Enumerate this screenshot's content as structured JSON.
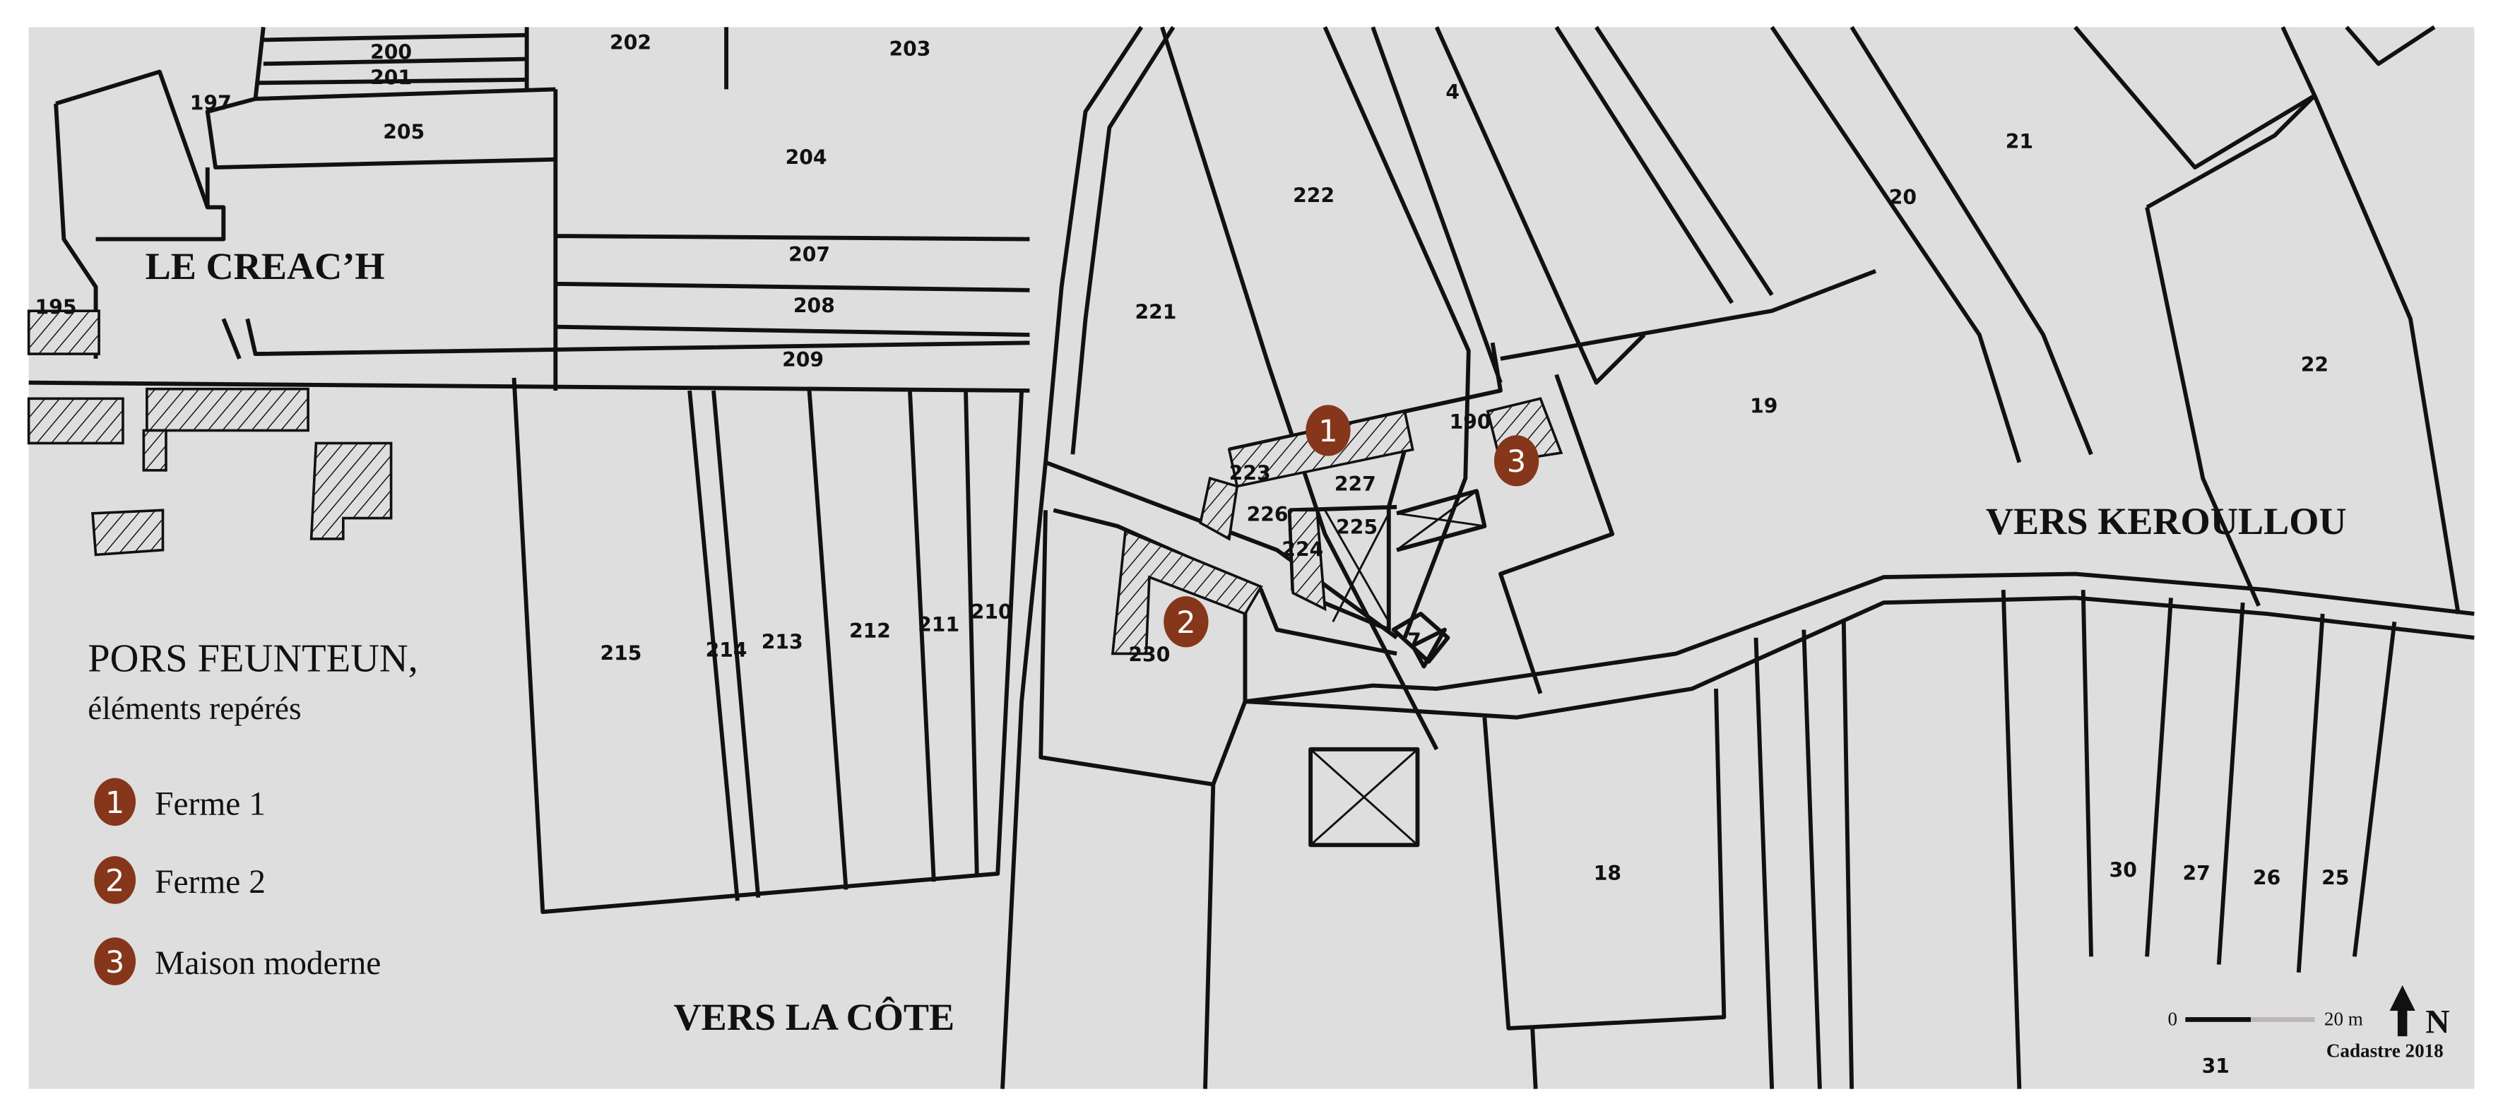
{
  "map": {
    "background_color": "#dedede",
    "marker_color": "#86361a",
    "places": {
      "le_creach": "LE CREAC’H",
      "vers_keroullou": "VERS KEROULLOU",
      "vers_la_cote": "VERS LA CÔTE"
    },
    "parcels": [
      "200",
      "201",
      "197",
      "205",
      "202",
      "203",
      "204",
      "4",
      "222",
      "21",
      "20",
      "207",
      "208",
      "209",
      "195",
      "221",
      "22",
      "19",
      "190",
      "223",
      "227",
      "226",
      "225",
      "224",
      "7",
      "215",
      "214",
      "213",
      "212",
      "211",
      "210",
      "230",
      "18",
      "30",
      "27",
      "26",
      "25",
      "31"
    ],
    "markers": [
      "1",
      "2",
      "3"
    ]
  },
  "legend": {
    "title": "PORS FEUNTEUN,",
    "subtitle": "éléments repérés",
    "items": [
      {
        "number": "1",
        "label": "Ferme 1"
      },
      {
        "number": "2",
        "label": "Ferme 2"
      },
      {
        "number": "3",
        "label": "Maison moderne"
      }
    ]
  },
  "scale_bar": {
    "start": "0",
    "end": "20 m"
  },
  "north_arrow": {
    "label": "N"
  },
  "source": "Cadastre 2018"
}
